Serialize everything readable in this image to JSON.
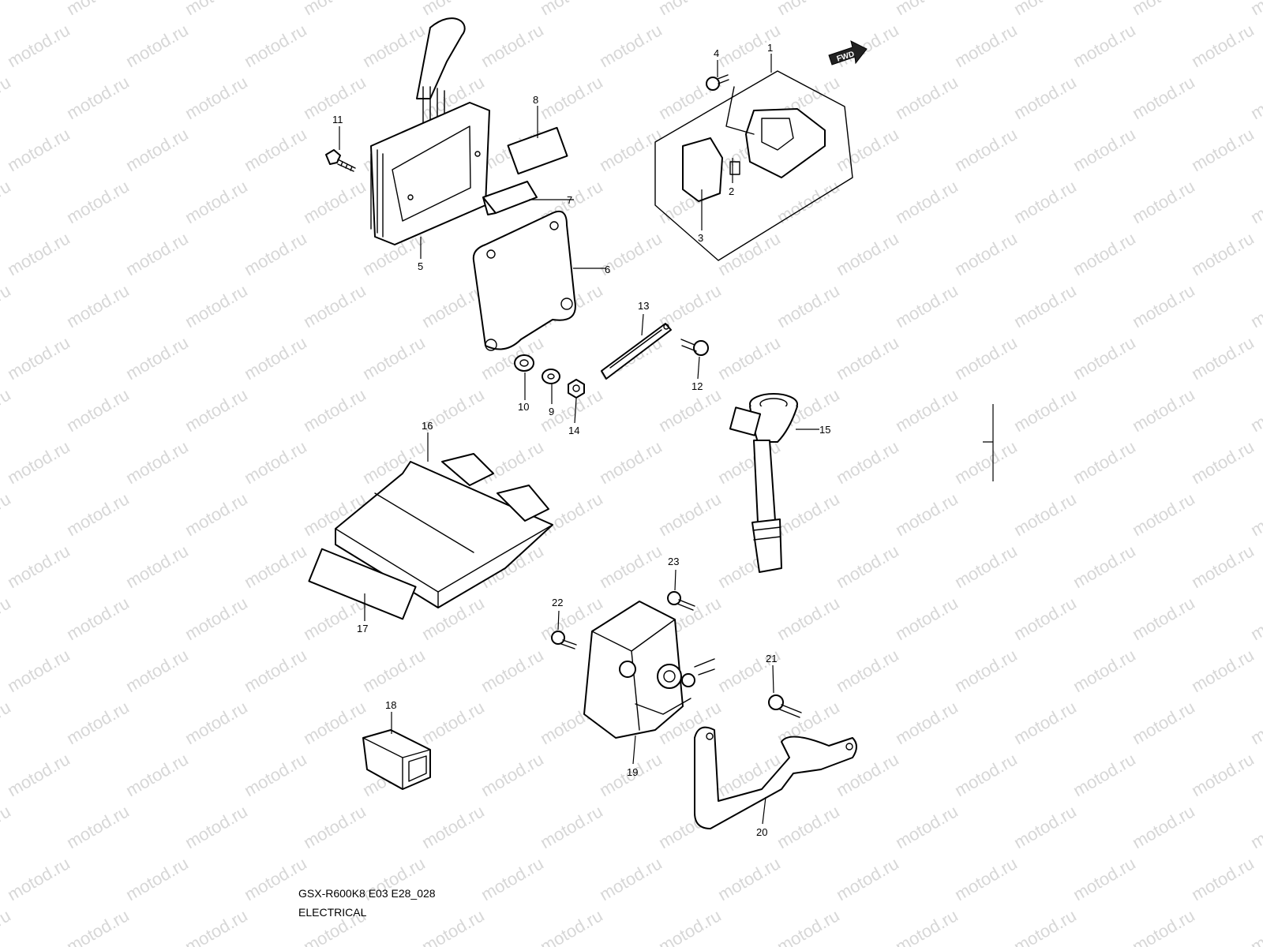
{
  "watermark": "motod.ru",
  "caption": {
    "model": "GSX-R600K8 E03 E28_028",
    "section": "ELECTRICAL"
  },
  "direction_arrow": "FWD",
  "callouts": [
    "1",
    "2",
    "3",
    "4",
    "5",
    "6",
    "7",
    "8",
    "9",
    "10",
    "11",
    "12",
    "13",
    "14",
    "15",
    "16",
    "17",
    "18",
    "19",
    "20",
    "21",
    "22",
    "23"
  ]
}
